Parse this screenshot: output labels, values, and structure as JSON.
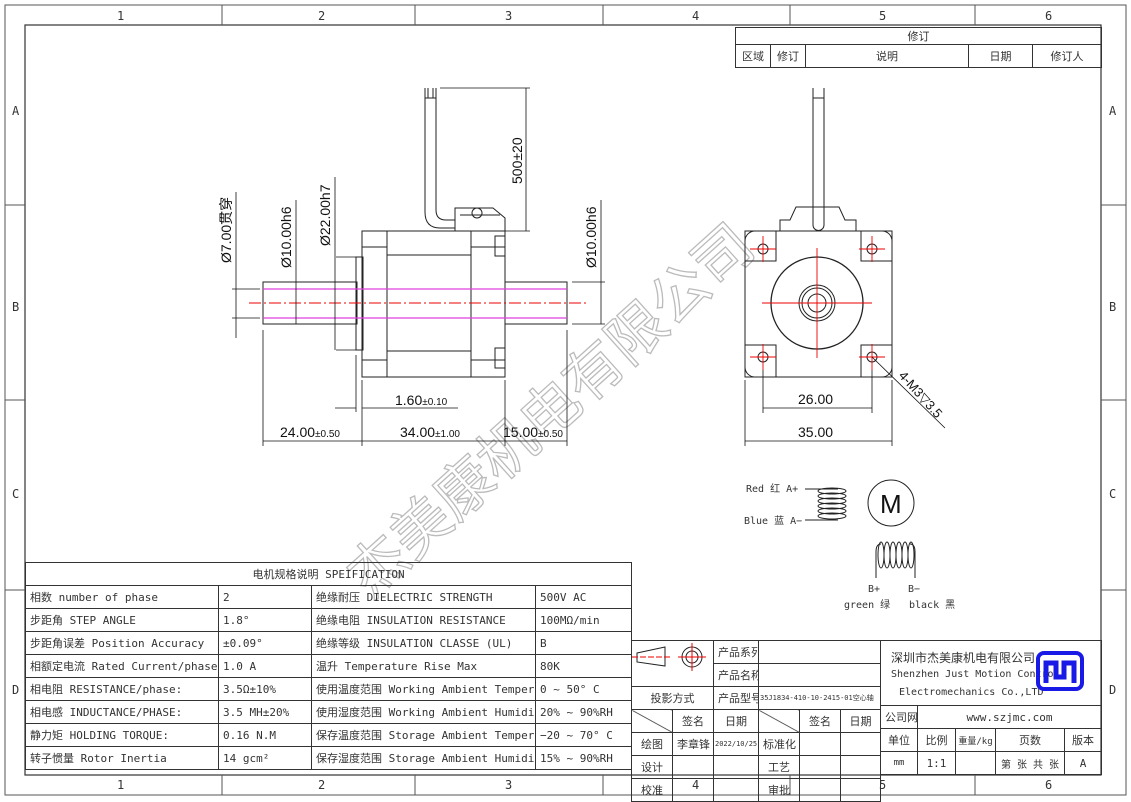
{
  "frame": {
    "columns": [
      "1",
      "2",
      "3",
      "4",
      "5",
      "6"
    ],
    "rows": [
      "A",
      "B",
      "C",
      "D"
    ]
  },
  "revision": {
    "title": "修订",
    "headers": [
      "区域",
      "修订",
      "说明",
      "日期",
      "修订人"
    ]
  },
  "drawing": {
    "side_view": {
      "cable_length": "500±20",
      "bore": "Ø7.00贯穿",
      "shaft_left": "Ø10.00h6",
      "pilot": "Ø22.00h7",
      "shaft_right": "Ø10.00h6",
      "flange_thickness": "1.60",
      "flange_thickness_tol": "±0.10",
      "left_shaft_length": "24.00",
      "left_shaft_length_tol": "±0.50",
      "body_length": "34.00",
      "body_length_tol": "±1.00",
      "right_shaft_length": "15.00",
      "right_shaft_length_tol": "±0.50"
    },
    "front_view": {
      "hole_spacing": "26.00",
      "body_width": "35.00",
      "hole_callout": "4-M3▽3.5"
    },
    "wiring": {
      "motor_symbol": "M",
      "a_plus": "Red 红  A+",
      "a_minus": "Blue 蓝  A−",
      "b_plus": "B+",
      "b_minus": "B−",
      "b_plus_color": "green 绿",
      "b_minus_color": "black 黑"
    },
    "watermark": "杰美康机电有限公司"
  },
  "spec": {
    "title": "电机规格说明 SPEIFICATION",
    "rows": [
      [
        "相数 number of phase",
        "2",
        "绝缘耐压 DIELECTRIC STRENGTH",
        "500V AC"
      ],
      [
        "步距角 STEP ANGLE",
        "1.8°",
        "绝缘电阻 INSULATION RESISTANCE",
        "100MΩ/min"
      ],
      [
        "步距角误差 Position Accuracy",
        "±0.09°",
        "绝缘等级 INSULATION CLASSE (UL)",
        "B"
      ],
      [
        "相额定电流 Rated Current/phase",
        "1.0 A",
        "温升 Temperature Rise Max",
        "80K"
      ],
      [
        "相电阻 RESISTANCE/phase:",
        "3.5Ω±10%",
        "使用温度范围 Working Ambient Temperature",
        "0 ~ 50° C"
      ],
      [
        "相电感 INDUCTANCE/PHASE:",
        "3.5 MH±20%",
        "使用湿度范围 Working Ambient Humidity",
        "20% ~ 90%RH"
      ],
      [
        "静力矩 HOLDING TORQUE:",
        "0.16 N.M",
        "保存温度范围 Storage Ambient Temperature",
        "−20 ~ 70° C"
      ],
      [
        "转子惯量 Rotor Inertia",
        "14 gcm²",
        "保存湿度范围 Storage Ambient Humidity",
        "15% ~ 90%RH"
      ]
    ]
  },
  "title_block": {
    "product_series_label": "产品系列",
    "product_name_label": "产品名称",
    "projection_label": "投影方式",
    "model_label": "产品型号",
    "model_value": "35J1834-410-10-2415-01空心轴",
    "sign_label": "签名",
    "date_label": "日期",
    "drawn_label": "绘图",
    "drawn_by": "李章锋",
    "drawn_date": "2022/10/25",
    "standardization_label": "标准化",
    "design_label": "设计",
    "process_label": "工艺",
    "check_label": "校准",
    "approve_label": "审批",
    "company_cn": "深圳市杰美康机电有限公司",
    "company_en_1": "Shenzhen Just Motion Control",
    "company_en_2": "Electromechanics Co.,LTD",
    "website_label": "公司网址",
    "website": "www.szjmc.com",
    "unit_label": "单位",
    "scale_label": "比例",
    "weight_label": "重量/kg",
    "pages_label": "页数",
    "version_label": "版本",
    "unit": "mm",
    "scale": "1:1",
    "pages": "第 张 共 张",
    "version": "A",
    "logo_color": "#1a1ae6"
  }
}
